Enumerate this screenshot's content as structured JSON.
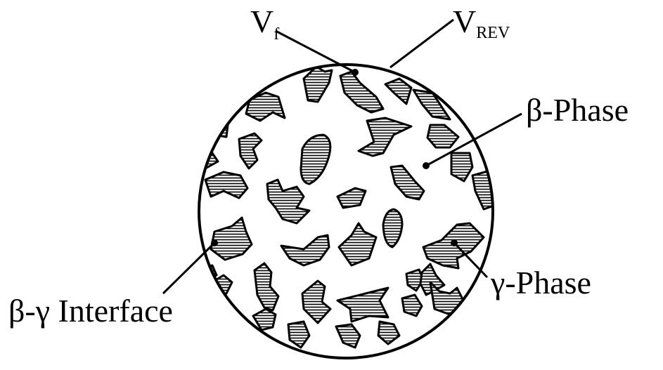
{
  "labels": {
    "vf_main": "V",
    "vf_sub": "f",
    "vrev_main": "V",
    "vrev_sub": "REV",
    "beta_phase": "β-Phase",
    "gamma_phase": "γ-Phase",
    "interface": "β-γ Interface"
  },
  "colors": {
    "ink": "#000000",
    "background": "#ffffff"
  }
}
